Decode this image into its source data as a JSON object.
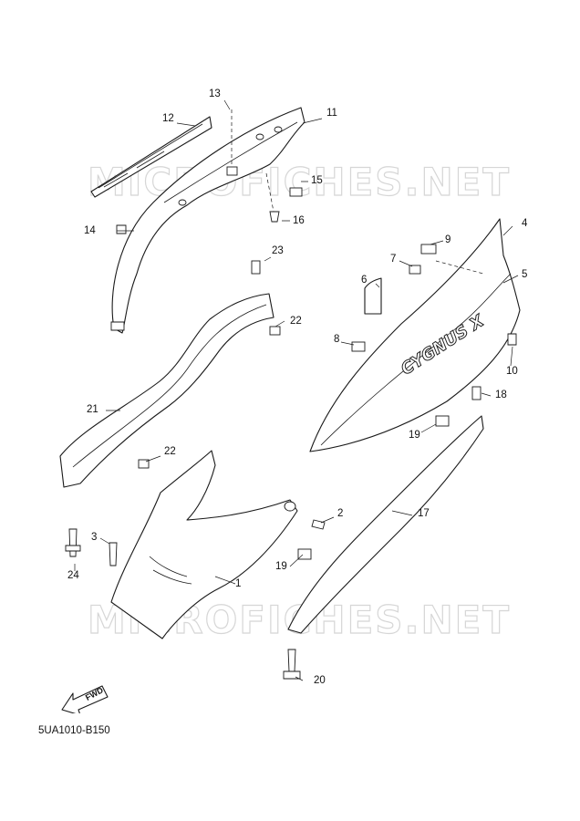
{
  "diagram": {
    "watermark": "MICROFICHES.NET",
    "drawing_code": "5UA1010-B150",
    "fwd_label": "FWD",
    "decal_text": "CYGNUS X",
    "callouts": [
      "1",
      "2",
      "3",
      "4",
      "5",
      "6",
      "7",
      "8",
      "9",
      "10",
      "11",
      "12",
      "13",
      "14",
      "15",
      "16",
      "17",
      "18",
      "19",
      "19",
      "20",
      "21",
      "22",
      "22",
      "23",
      "24"
    ]
  }
}
